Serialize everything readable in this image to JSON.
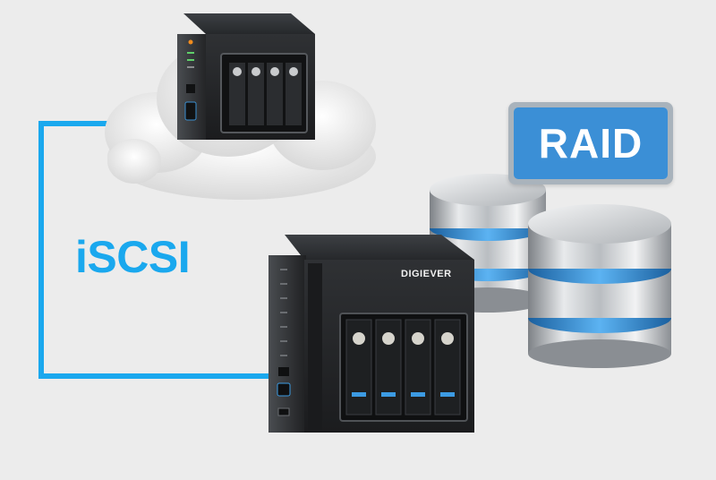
{
  "labels": {
    "protocol": "iSCSI",
    "storage": "RAID",
    "brand": "DIGIEVER"
  },
  "colors": {
    "background": "#ececec",
    "connector": "#1aa8ee",
    "raid_badge": "#3b8fd6",
    "device_body": "#2e3033",
    "disk_ring": "#3c9be3"
  },
  "icons": [
    "cloud-icon",
    "nas-device-icon",
    "database-icon"
  ]
}
